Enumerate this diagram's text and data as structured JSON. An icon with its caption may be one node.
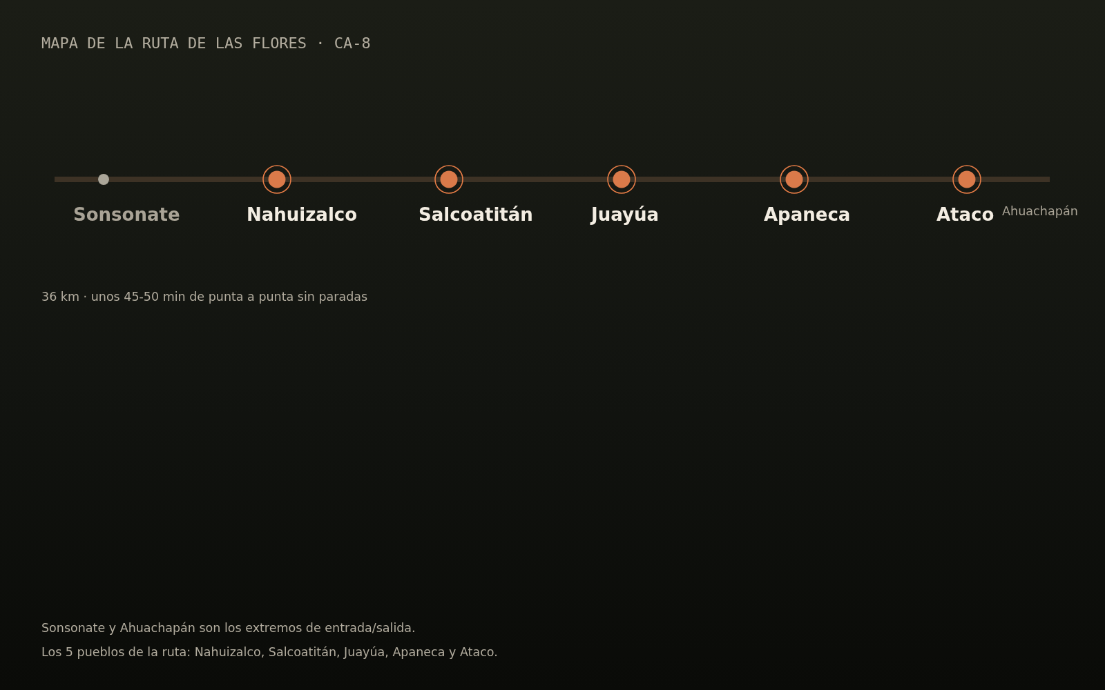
{
  "diagram": {
    "title": "MAPA DE LA RUTA DE LAS FLORES · CA-8",
    "nodes": [
      {
        "text": [
          "Sonsonate"
        ]
      },
      {
        "text": [
          "Nahuizalco"
        ]
      },
      {
        "text": [
          "Salcoatitán"
        ]
      },
      {
        "text": [
          "Juayúa"
        ]
      },
      {
        "text": [
          "Apaneca"
        ]
      },
      {
        "text": [
          "Ataco"
        ]
      },
      {
        "text": [
          "Ahuachapán"
        ]
      }
    ],
    "edges": [
      {
        "from": null,
        "to": 0,
        "arrow": "none"
      },
      {
        "from": 0,
        "to": 1,
        "arrow": "none"
      },
      {
        "from": 1,
        "to": 2,
        "arrow": "none"
      },
      {
        "from": 2,
        "to": 3,
        "arrow": "none"
      },
      {
        "from": 3,
        "to": 4,
        "arrow": "none"
      },
      {
        "from": 4,
        "to": 5,
        "arrow": "none"
      },
      {
        "from": 5,
        "to": 6,
        "arrow": "none"
      }
    ],
    "labels": [
      "36 km · unos 45-50 min de punta a punta sin paradas",
      "Sonsonate y Ahuachapán son los extremos de entrada/salida.",
      "Los 5 pueblos de la ruta: Nahuizalco, Salcoatitán, Juayúa, Apaneca y Ataco."
    ]
  }
}
